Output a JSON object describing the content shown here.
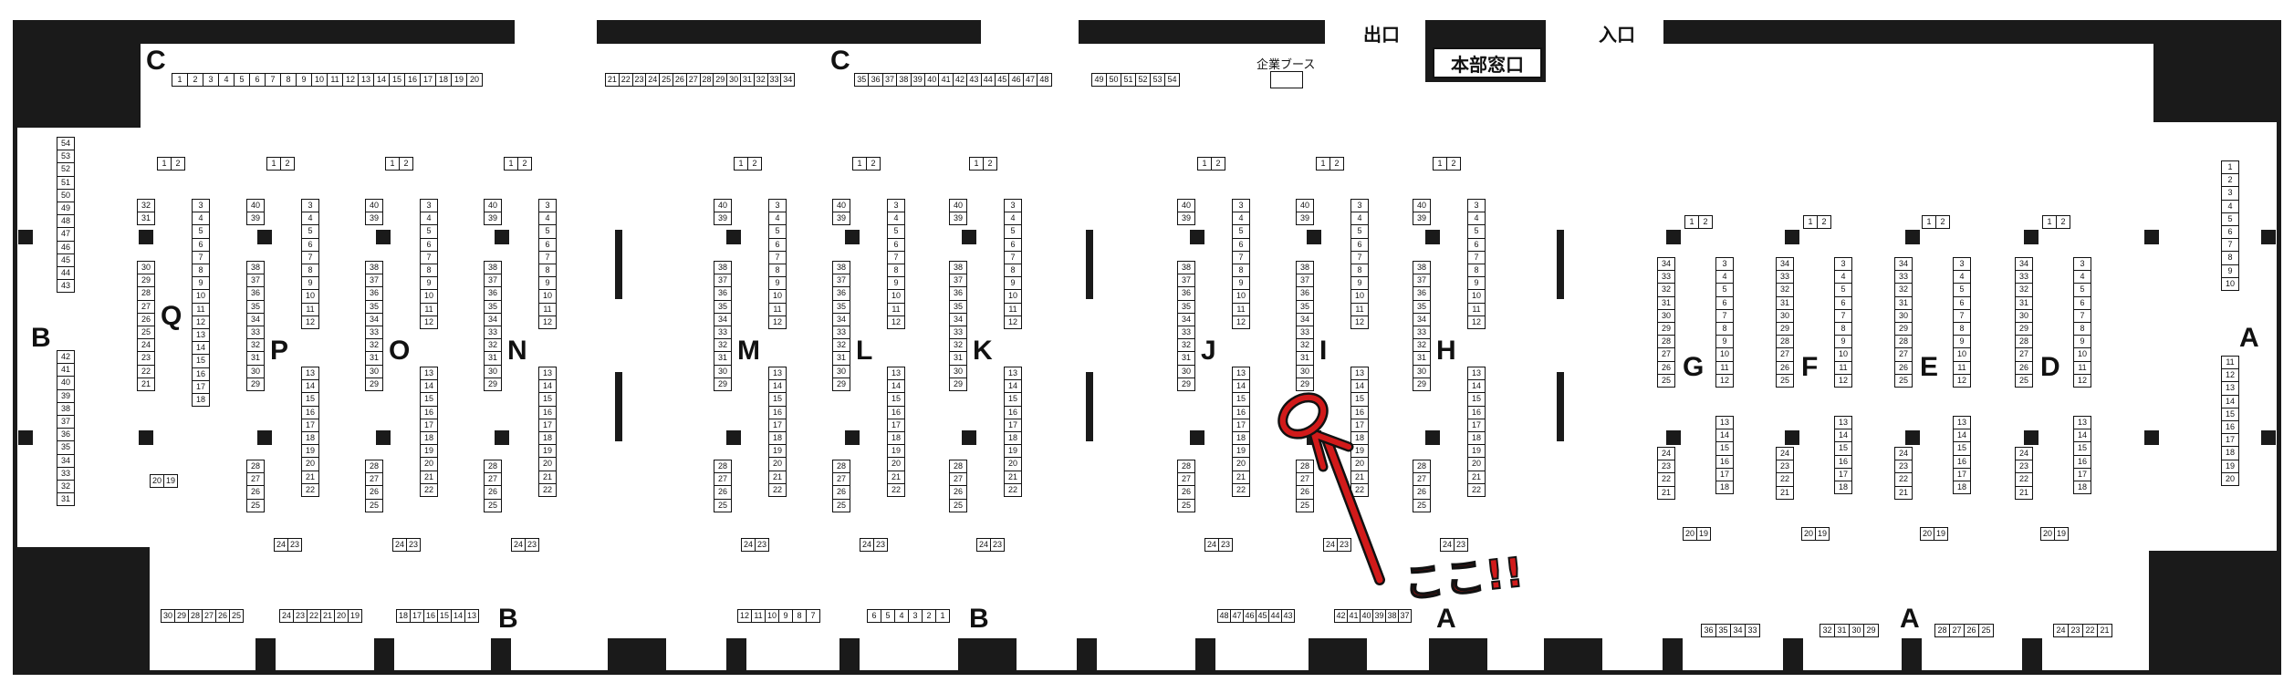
{
  "header": {
    "exit_label": "出口",
    "entrance_label": "入口",
    "hq_window_label": "本部窓口",
    "company_booth_label": "企業ブース"
  },
  "side_labels": {
    "left_b": "B",
    "right_a": "A",
    "top_c_left": "C",
    "top_c_mid": "C",
    "bottom_b_left": "B",
    "bottom_b_mid": "B",
    "bottom_a_mid": "A",
    "bottom_a_right": "A"
  },
  "annotation": {
    "text": "ここ!!",
    "marker_color": "#d11a1a"
  },
  "wall_c_rows": [
    [
      "1",
      "2",
      "3",
      "4",
      "5",
      "6",
      "7",
      "8",
      "9",
      "10",
      "11",
      "12",
      "13",
      "14",
      "15",
      "16",
      "17",
      "18",
      "19",
      "20"
    ],
    [
      "21",
      "22",
      "23",
      "24",
      "25",
      "26",
      "27",
      "28",
      "29",
      "30",
      "31",
      "32",
      "33",
      "34"
    ],
    [
      "35",
      "36",
      "37",
      "38",
      "39",
      "40",
      "41",
      "42",
      "43",
      "44",
      "45",
      "46",
      "47",
      "48"
    ],
    [
      "49",
      "50",
      "51",
      "52",
      "53",
      "54"
    ]
  ],
  "wall_b_bottom_rows": [
    [
      "30",
      "29",
      "28",
      "27",
      "26",
      "25"
    ],
    [
      "24",
      "23",
      "22",
      "21",
      "20",
      "19"
    ],
    [
      "18",
      "17",
      "16",
      "15",
      "14",
      "13"
    ],
    [
      "12",
      "11",
      "10",
      "9",
      "8",
      "7"
    ],
    [
      "6",
      "5",
      "4",
      "3",
      "2",
      "1"
    ]
  ],
  "wall_a_bottom_rows": [
    [
      "48",
      "47",
      "46",
      "45",
      "44",
      "43"
    ],
    [
      "42",
      "41",
      "40",
      "39",
      "38",
      "37"
    ],
    [
      "36",
      "35",
      "34",
      "33"
    ],
    [
      "32",
      "31",
      "30",
      "29"
    ],
    [
      "28",
      "27",
      "26",
      "25"
    ],
    [
      "24",
      "23",
      "22",
      "21"
    ]
  ],
  "wall_b_left_upper": [
    "54",
    "53",
    "52",
    "51",
    "50",
    "49",
    "48",
    "47",
    "46",
    "45",
    "44",
    "43"
  ],
  "wall_b_left_lower": [
    "42",
    "41",
    "40",
    "39",
    "38",
    "37",
    "36",
    "35",
    "34",
    "33",
    "32",
    "31"
  ],
  "wall_a_right_upper": [
    "1",
    "2",
    "3",
    "4",
    "5",
    "6",
    "7",
    "8",
    "9",
    "10"
  ],
  "wall_a_right_lower": [
    "11",
    "12",
    "13",
    "14",
    "15",
    "16",
    "17",
    "18",
    "19",
    "20"
  ],
  "blocks_big": [
    "Q",
    "P",
    "O",
    "N",
    "M",
    "L",
    "K",
    "J",
    "I",
    "H"
  ],
  "blocks_small": [
    "G",
    "F",
    "E",
    "D"
  ],
  "big_block": {
    "top_pair": [
      "1",
      "2"
    ],
    "bottom_pair": [
      "24",
      "23"
    ],
    "left_top": [
      "40",
      "39"
    ],
    "left_mid": [
      "38",
      "37",
      "36",
      "35",
      "34",
      "33",
      "32",
      "31",
      "30",
      "29"
    ],
    "left_bot": [
      "28",
      "27",
      "26",
      "25"
    ],
    "right_top": [
      "3",
      "4",
      "5",
      "6",
      "7",
      "8",
      "9",
      "10",
      "11",
      "12"
    ],
    "right_bot": [
      "13",
      "14",
      "15",
      "16",
      "17",
      "18",
      "19",
      "20",
      "21",
      "22"
    ]
  },
  "q_block": {
    "top_pair": [
      "1",
      "2"
    ],
    "bottom_pair": [
      "20",
      "19"
    ],
    "left_top": [
      "32",
      "31"
    ],
    "left_mid": [
      "30",
      "29",
      "28",
      "27",
      "26",
      "25",
      "24",
      "23",
      "22",
      "21"
    ],
    "right_col": [
      "3",
      "4",
      "5",
      "6",
      "7",
      "8",
      "9",
      "10",
      "11",
      "12",
      "13",
      "14",
      "15",
      "16",
      "17",
      "18"
    ]
  },
  "small_block": {
    "top_pair": [
      "1",
      "2"
    ],
    "bottom_pair": [
      "20",
      "19"
    ],
    "left_top": [
      "34",
      "33",
      "32",
      "31",
      "30",
      "29",
      "28",
      "27",
      "26",
      "25"
    ],
    "left_bot": [
      "24",
      "23",
      "22",
      "21"
    ],
    "right_top": [
      "3",
      "4",
      "5",
      "6",
      "7",
      "8",
      "9",
      "10",
      "11",
      "12"
    ],
    "right_bot": [
      "13",
      "14",
      "15",
      "16",
      "17",
      "18"
    ]
  }
}
